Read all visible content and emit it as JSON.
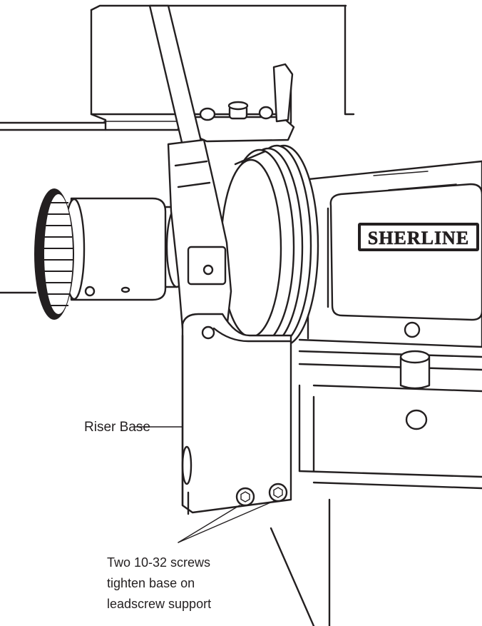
{
  "figure": {
    "brand_plate": "SHERLINE",
    "callouts": {
      "riser_base": "Riser Base",
      "screws_line1": "Two 10-32 screws",
      "screws_line2": "tighten base on",
      "screws_line3": "leadscrew support"
    },
    "colors": {
      "ink": "#231f20",
      "paper": "#ffffff"
    }
  }
}
